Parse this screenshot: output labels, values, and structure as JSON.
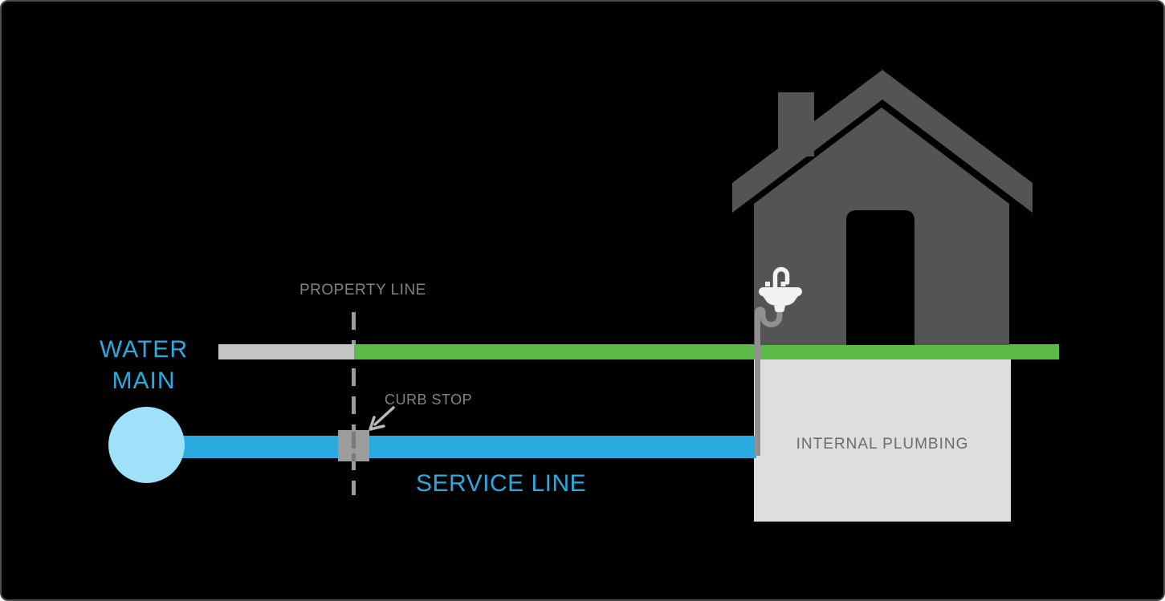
{
  "diagram": {
    "description": "Water service line diagram from water main to house internal plumbing",
    "canvas": {
      "background": "#000000",
      "border_color": "#4D4D4D"
    },
    "labels": {
      "water_main_lines": [
        "WATER",
        "MAIN"
      ],
      "property_line": "PROPERTY LINE",
      "curb_stop": "CURB STOP",
      "service_line": "SERVICE LINE",
      "internal_plumbing": "INTERNAL PLUMBING"
    },
    "colors": {
      "service_line_blue": "#29ABE2",
      "water_main_light_blue": "#A0E1FA",
      "grass_green": "#5CBB46",
      "street_gray": "#C4C4C4",
      "house_dark_gray": "#545454",
      "foundation_light_gray": "#DEDEDE",
      "drain_pipe_gray": "#909090",
      "curb_stop_gray": "#9C9C9C",
      "label_gray": "#828282",
      "internal_plumbing_text_gray": "#6B6B6B",
      "sink_white": "#F2F2F2",
      "arrow_light_gray": "#B8B8B8",
      "dash_gray": "#9B9B9B"
    },
    "icons": {
      "water-main-icon": "filled light-blue circle (water main cross-section)",
      "house-icon": "dark gray house silhouette with roof, chimney and door",
      "sink-icon": "white bathroom sink with gooseneck faucet",
      "drain-pipe-icon": "gray P-trap pipe running down to service line",
      "curb-stop-valve-icon": "gray square valve on service line",
      "curb-stop-arrow-icon": "light gray arrow pointing to curb stop",
      "property-line-icon": "vertical gray dashed line"
    }
  }
}
